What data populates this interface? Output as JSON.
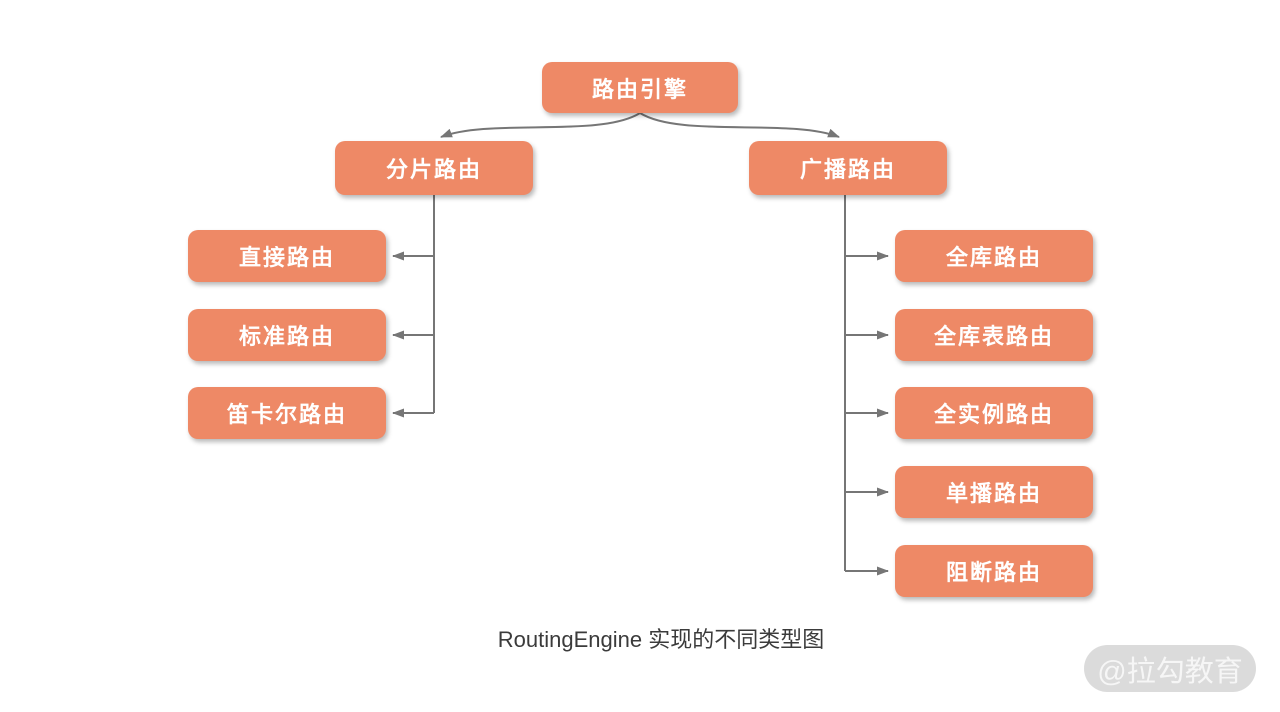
{
  "diagram": {
    "root": {
      "label": "路由引擎"
    },
    "branches": [
      {
        "label": "分片路由",
        "children": [
          {
            "label": "直接路由"
          },
          {
            "label": "标准路由"
          },
          {
            "label": "笛卡尔路由"
          }
        ]
      },
      {
        "label": "广播路由",
        "children": [
          {
            "label": "全库路由"
          },
          {
            "label": "全库表路由"
          },
          {
            "label": "全实例路由"
          },
          {
            "label": "单播路由"
          },
          {
            "label": "阻断路由"
          }
        ]
      }
    ]
  },
  "caption": "RoutingEngine 实现的不同类型图",
  "watermark": "@拉勾教育",
  "colors": {
    "background": "#FFFFFF",
    "node_fill": "#EE8966",
    "node_text": "#FFFFFF",
    "connector": "#767676",
    "caption_text": "#3B3B3B",
    "watermark_bg": "#DBDBDB",
    "watermark_text": "#F6F6F6"
  }
}
